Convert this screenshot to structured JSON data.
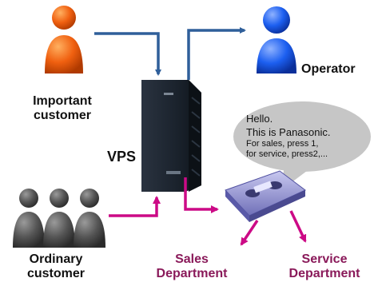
{
  "labels": {
    "important_customer": [
      "Important",
      "customer"
    ],
    "operator": "Operator",
    "vps": "VPS",
    "ordinary_customer": [
      "Ordinary",
      "customer"
    ],
    "sales_department": [
      "Sales",
      "Department"
    ],
    "service_department": [
      "Service",
      "Department"
    ]
  },
  "speech_bubble": {
    "line1": "Hello.",
    "line2": "This is Panasonic.",
    "line3": "For sales, press 1,",
    "line4": "for service, press2,..."
  },
  "colors": {
    "important_person": "#f06010",
    "operator_person": "#1c5ff0",
    "ordinary_person": "#5a5a5a",
    "blue_arrow": "#2f5f9a",
    "magenta_arrow": "#cc0a86",
    "department_text": "#8a1a5a",
    "bubble": "#c6c6c6"
  }
}
